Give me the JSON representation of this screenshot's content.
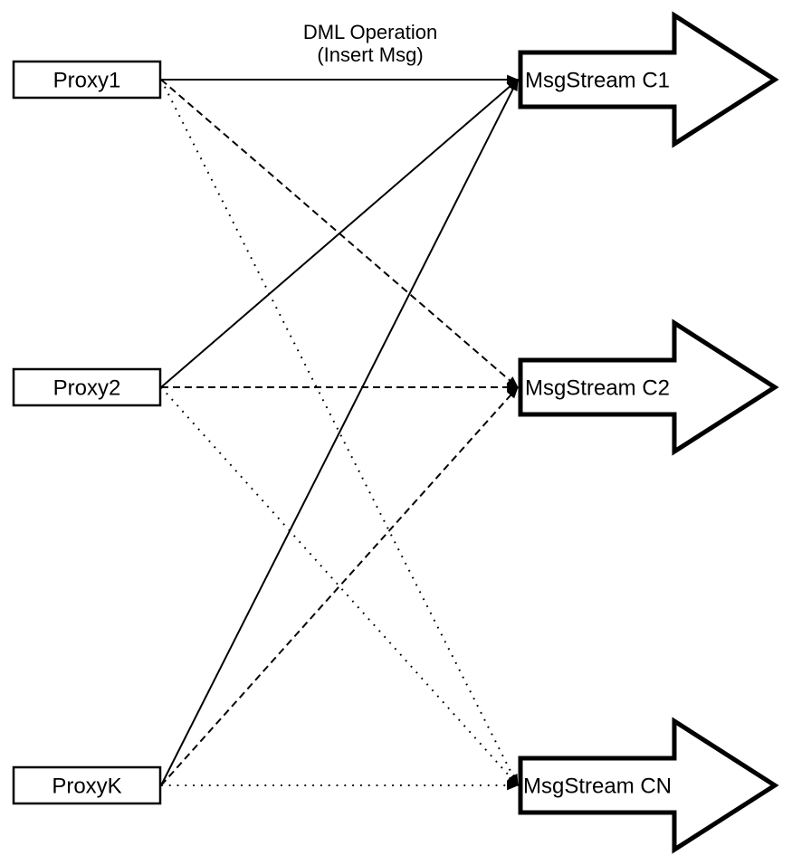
{
  "title": {
    "line1": "DML Operation",
    "line2": "(Insert Msg)"
  },
  "proxies": [
    {
      "id": "proxy1",
      "label": "Proxy1"
    },
    {
      "id": "proxy2",
      "label": "Proxy2"
    },
    {
      "id": "proxyk",
      "label": "ProxyK"
    }
  ],
  "streams": [
    {
      "id": "c1",
      "label": "MsgStream C1"
    },
    {
      "id": "c2",
      "label": "MsgStream C2"
    },
    {
      "id": "cn",
      "label": "MsgStream CN"
    }
  ],
  "connections": [
    {
      "from": "proxy1",
      "to": "c1",
      "style": "solid"
    },
    {
      "from": "proxy2",
      "to": "c1",
      "style": "solid"
    },
    {
      "from": "proxyk",
      "to": "c1",
      "style": "solid"
    },
    {
      "from": "proxy1",
      "to": "c2",
      "style": "dashed"
    },
    {
      "from": "proxy2",
      "to": "c2",
      "style": "dashed"
    },
    {
      "from": "proxyk",
      "to": "c2",
      "style": "dashed"
    },
    {
      "from": "proxy1",
      "to": "cn",
      "style": "dotted"
    },
    {
      "from": "proxy2",
      "to": "cn",
      "style": "dotted"
    },
    {
      "from": "proxyk",
      "to": "cn",
      "style": "dotted"
    }
  ],
  "colors": {
    "stroke": "#000000",
    "fill": "#ffffff",
    "background": "#ffffff"
  }
}
